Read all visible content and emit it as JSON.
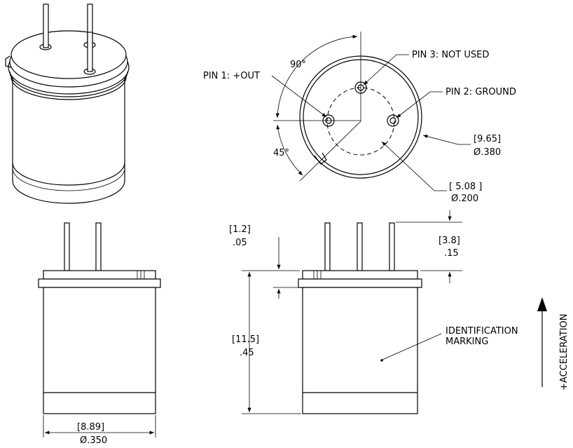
{
  "labels": {
    "pin1": "PIN 1: +OUT",
    "pin2": "PIN 2: GROUND",
    "pin3": "PIN 3: NOT USED",
    "angle_90": "90°",
    "angle_45": "45°",
    "identification": [
      "IDENTIFICATION",
      "MARKING"
    ],
    "acceleration": "+ACCELERATION"
  },
  "dimensions": {
    "body_outer": {
      "mm": "[9.65]",
      "in": "Ø.380"
    },
    "pin_circle": {
      "mm": "[ 5.08 ]",
      "in": "Ø.200"
    },
    "body_width": {
      "mm": "[8.89]",
      "in": "Ø.350"
    },
    "flange_thickness": {
      "mm": "[1.2]",
      "in": ".05"
    },
    "pin_length": {
      "mm": "[3.8]",
      "in": ".15"
    },
    "body_height": {
      "mm": "[11.5]",
      "in": ".45"
    }
  }
}
